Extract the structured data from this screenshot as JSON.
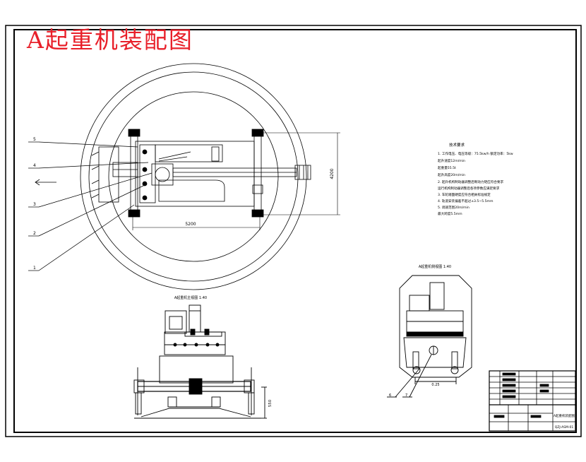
{
  "drawing": {
    "title": "A起重机装配图",
    "top_view": {
      "dim_width": "5200",
      "dim_height": "4200",
      "leaders": [
        "5",
        "4",
        "3",
        "2",
        "1"
      ]
    },
    "section_left": {
      "label": "A起重机主视图 1:40",
      "dim_height": "550"
    },
    "section_right": {
      "label": "A起重机侧视图 1:40",
      "dim_width": "0.25",
      "leaders": [
        "6",
        "7"
      ]
    },
    "notes": {
      "heading": "技术要求",
      "lines": [
        "1. 工作电压、电压等级：75.5kw/h  额定功率：5kw",
        "起升速度12m/min",
        "起重量55.5t",
        "起升高度20m/min",
        "2. 起升机构制动器调整后制动力矩应符合要求",
        "运行机构制动器调整后各项参数应满足要求",
        "3. 车轮踏面硬度应符合相关标准规定",
        "4. 轨道安装偏差不超过±3.5~5.5mm",
        "5. 调速范围20m/min",
        "最大跨度5.5mm"
      ]
    },
    "title_block": {
      "name": "A起重机装配图",
      "code": "QZJ-ASM-01"
    }
  }
}
